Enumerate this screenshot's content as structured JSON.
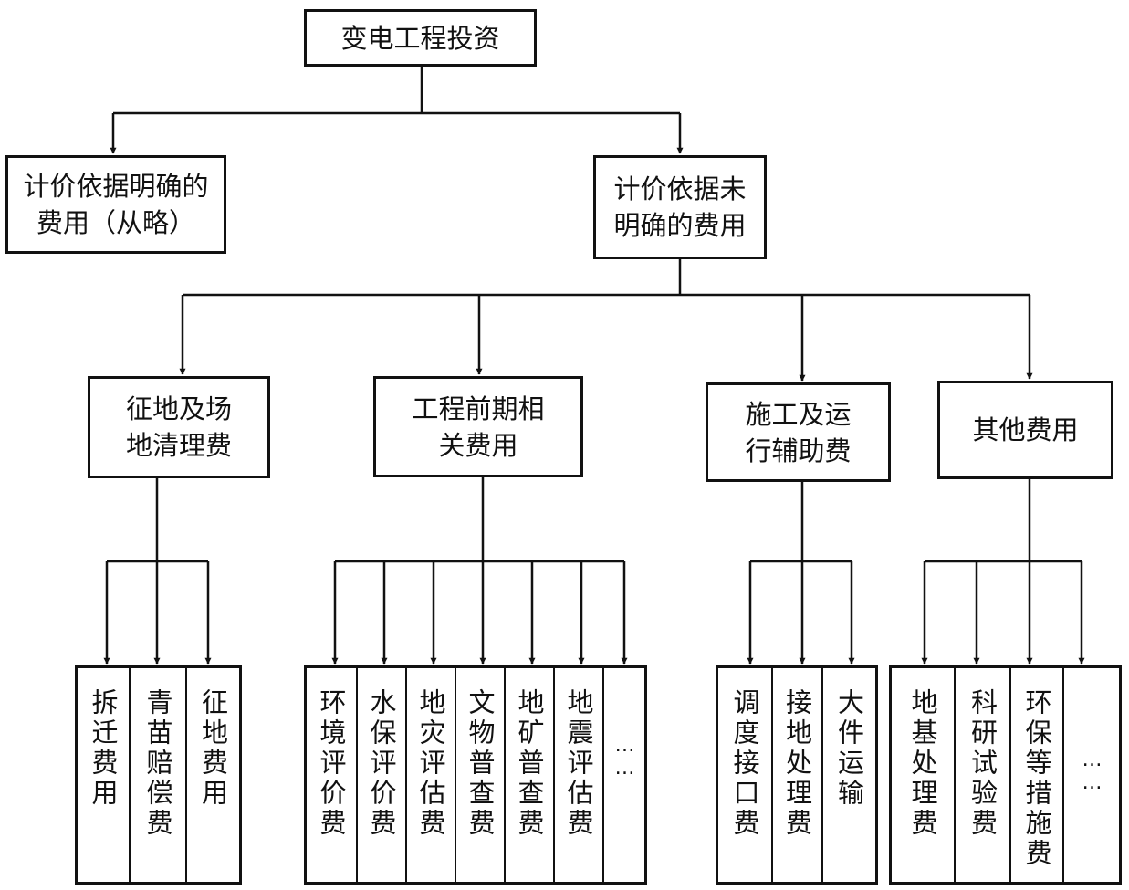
{
  "root": "变电工程投资",
  "level1": [
    {
      "line1": "计价依据明确的",
      "line2": "费用（从略）"
    },
    {
      "line1": "计价依据未",
      "line2": "明确的费用"
    }
  ],
  "level2": [
    {
      "line1": "征地及场",
      "line2": "地清理费"
    },
    {
      "line1": "工程前期相",
      "line2": "关费用"
    },
    {
      "line1": "施工及运",
      "line2": "行辅助费"
    },
    {
      "line1": "其他费用",
      "line2": ""
    }
  ],
  "leaves": {
    "g1": [
      "拆迁费用",
      "青苗赔偿费",
      "征地费用"
    ],
    "g2": [
      "环境评价费",
      "水保评价费",
      "地灾评估费",
      "文物普查费",
      "地矿普查费",
      "地震评估费",
      "……"
    ],
    "g3": [
      "调度接口费",
      "接地处理费",
      "大件运输"
    ],
    "g4": [
      "地基处理费",
      "科研试验费",
      "环保等措施费",
      "……"
    ]
  }
}
